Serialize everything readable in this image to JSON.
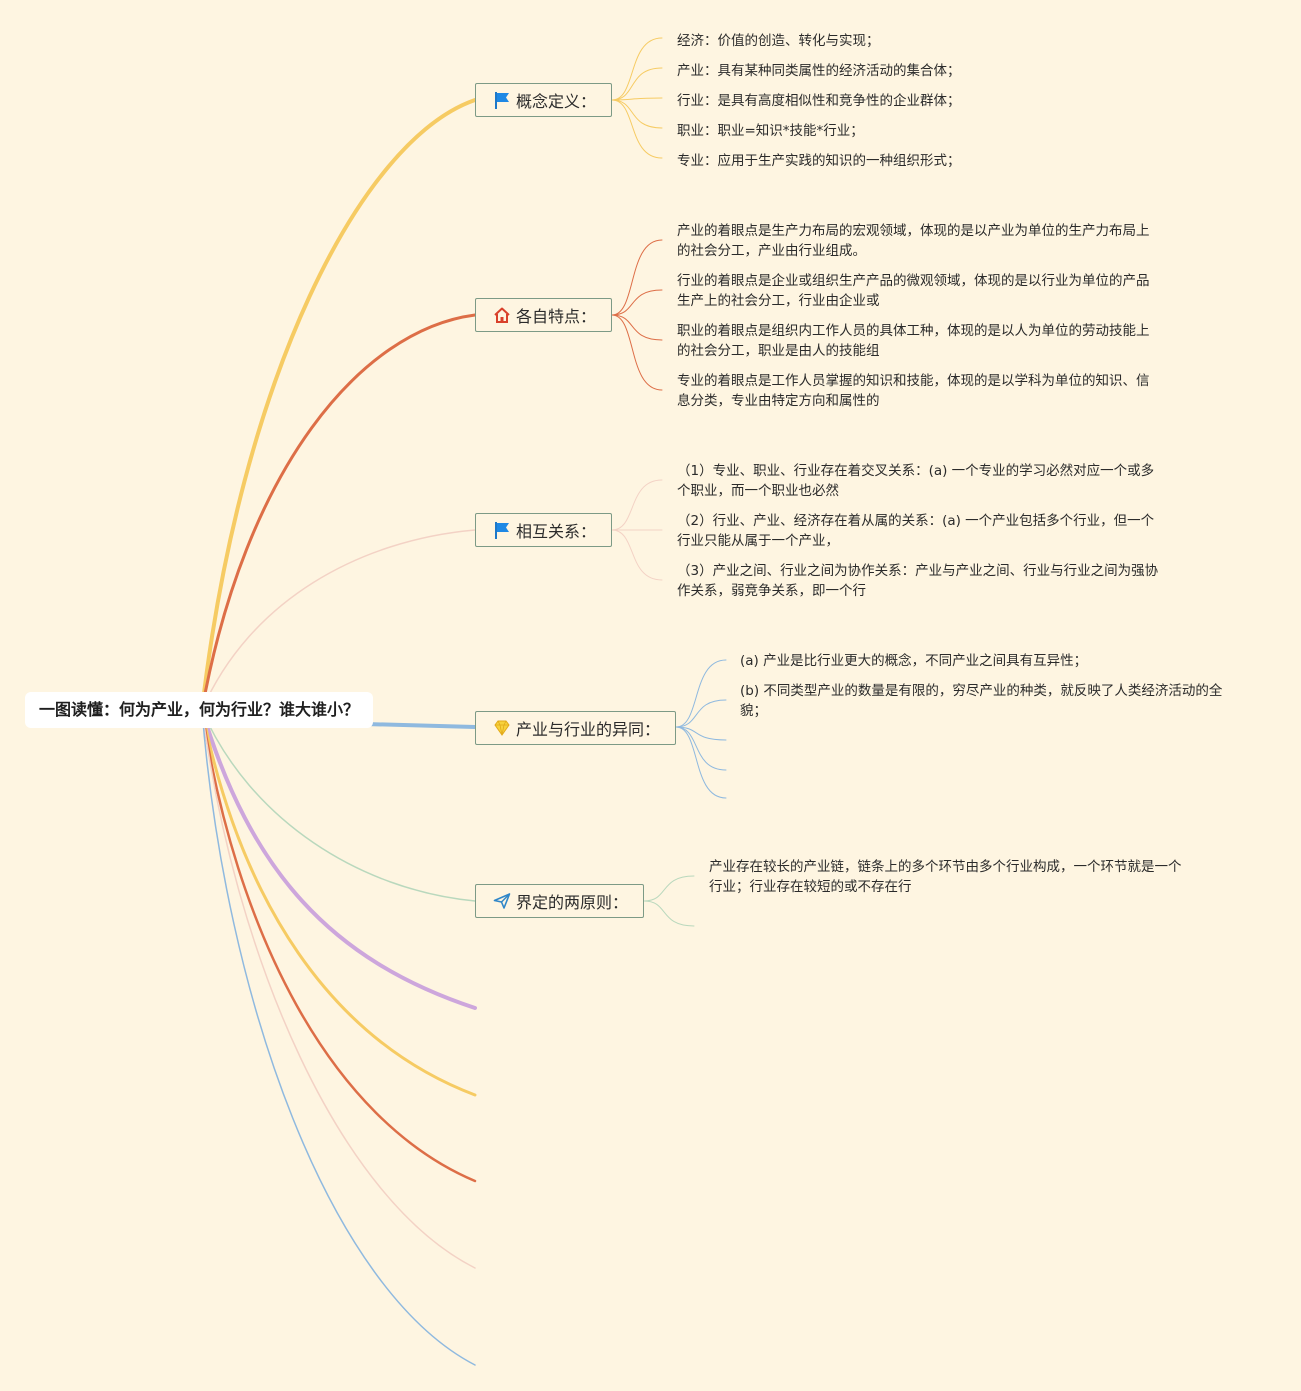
{
  "root": {
    "label": "一图读懂：何为产业，何为行业？谁大谁小？"
  },
  "colors": {
    "background": "#fef5e1",
    "branch_yellow": "#f6cb63",
    "branch_orange": "#dd6e47",
    "branch_pink": "#f3d2c5",
    "branch_blue": "#8fb9df",
    "branch_green": "#b9d8bd",
    "branch_purple": "#cda6dc",
    "topic_border": "#7d9a86"
  },
  "topics": [
    {
      "label": "概念定义：",
      "icon": "blue-flag-icon",
      "children": [
        "经济：价值的创造、转化与实现；",
        "产业：具有某种同类属性的经济活动的集合体；",
        "行业：是具有高度相似性和竞争性的企业群体；",
        "职业：职业=知识*技能*行业；",
        "专业：应用于生产实践的知识的一种组织形式；"
      ]
    },
    {
      "label": "各自特点：",
      "icon": "red-house-icon",
      "children": [
        [
          "产业的着眼点是生产力布局的宏观领域，体现的是以产业为单位的生产力布局上",
          "的社会分工，产业由行业组成。"
        ],
        [
          "行业的着眼点是企业或组织生产产品的微观领域，体现的是以行业为单位的产品",
          "生产上的社会分工，行业由企业或"
        ],
        [
          "职业的着眼点是组织内工作人员的具体工种，体现的是以人为单位的劳动技能上",
          "的社会分工，职业是由人的技能组"
        ],
        [
          "专业的着眼点是工作人员掌握的知识和技能，体现的是以学科为单位的知识、信",
          "息分类，专业由特定方向和属性的"
        ]
      ]
    },
    {
      "label": "相互关系：",
      "icon": "blue-flag-icon",
      "children": [
        [
          "（1）专业、职业、行业存在着交叉关系：(a) 一个专业的学习必然对应一个或多",
          "个职业，而一个职业也必然"
        ],
        [
          "（2）行业、产业、经济存在着从属的关系：(a) 一个产业包括多个行业，但一个",
          "行业只能从属于一个产业，"
        ],
        [
          "（3）产业之间、行业之间为协作关系：产业与产业之间、行业与行业之间为强协",
          "作关系，弱竞争关系，即一个行"
        ]
      ]
    },
    {
      "label": "产业与行业的异同：",
      "icon": "yellow-diamond-icon",
      "children": [
        [
          "(a) 产业是比行业更大的概念，不同产业之间具有互异性；"
        ],
        [
          "(b) 不同类型产业的数量是有限的，穷尽产业的种类，就反映了人类经济活动的全",
          "貌；"
        ]
      ]
    },
    {
      "label": "界定的两原则：",
      "icon": "paper-plane-icon",
      "children": [
        [
          "产业存在较长的产业链，链条上的多个环节由多个行业构成，一个环节就是一个",
          "行业；行业存在较短的或不存在行"
        ]
      ]
    }
  ]
}
